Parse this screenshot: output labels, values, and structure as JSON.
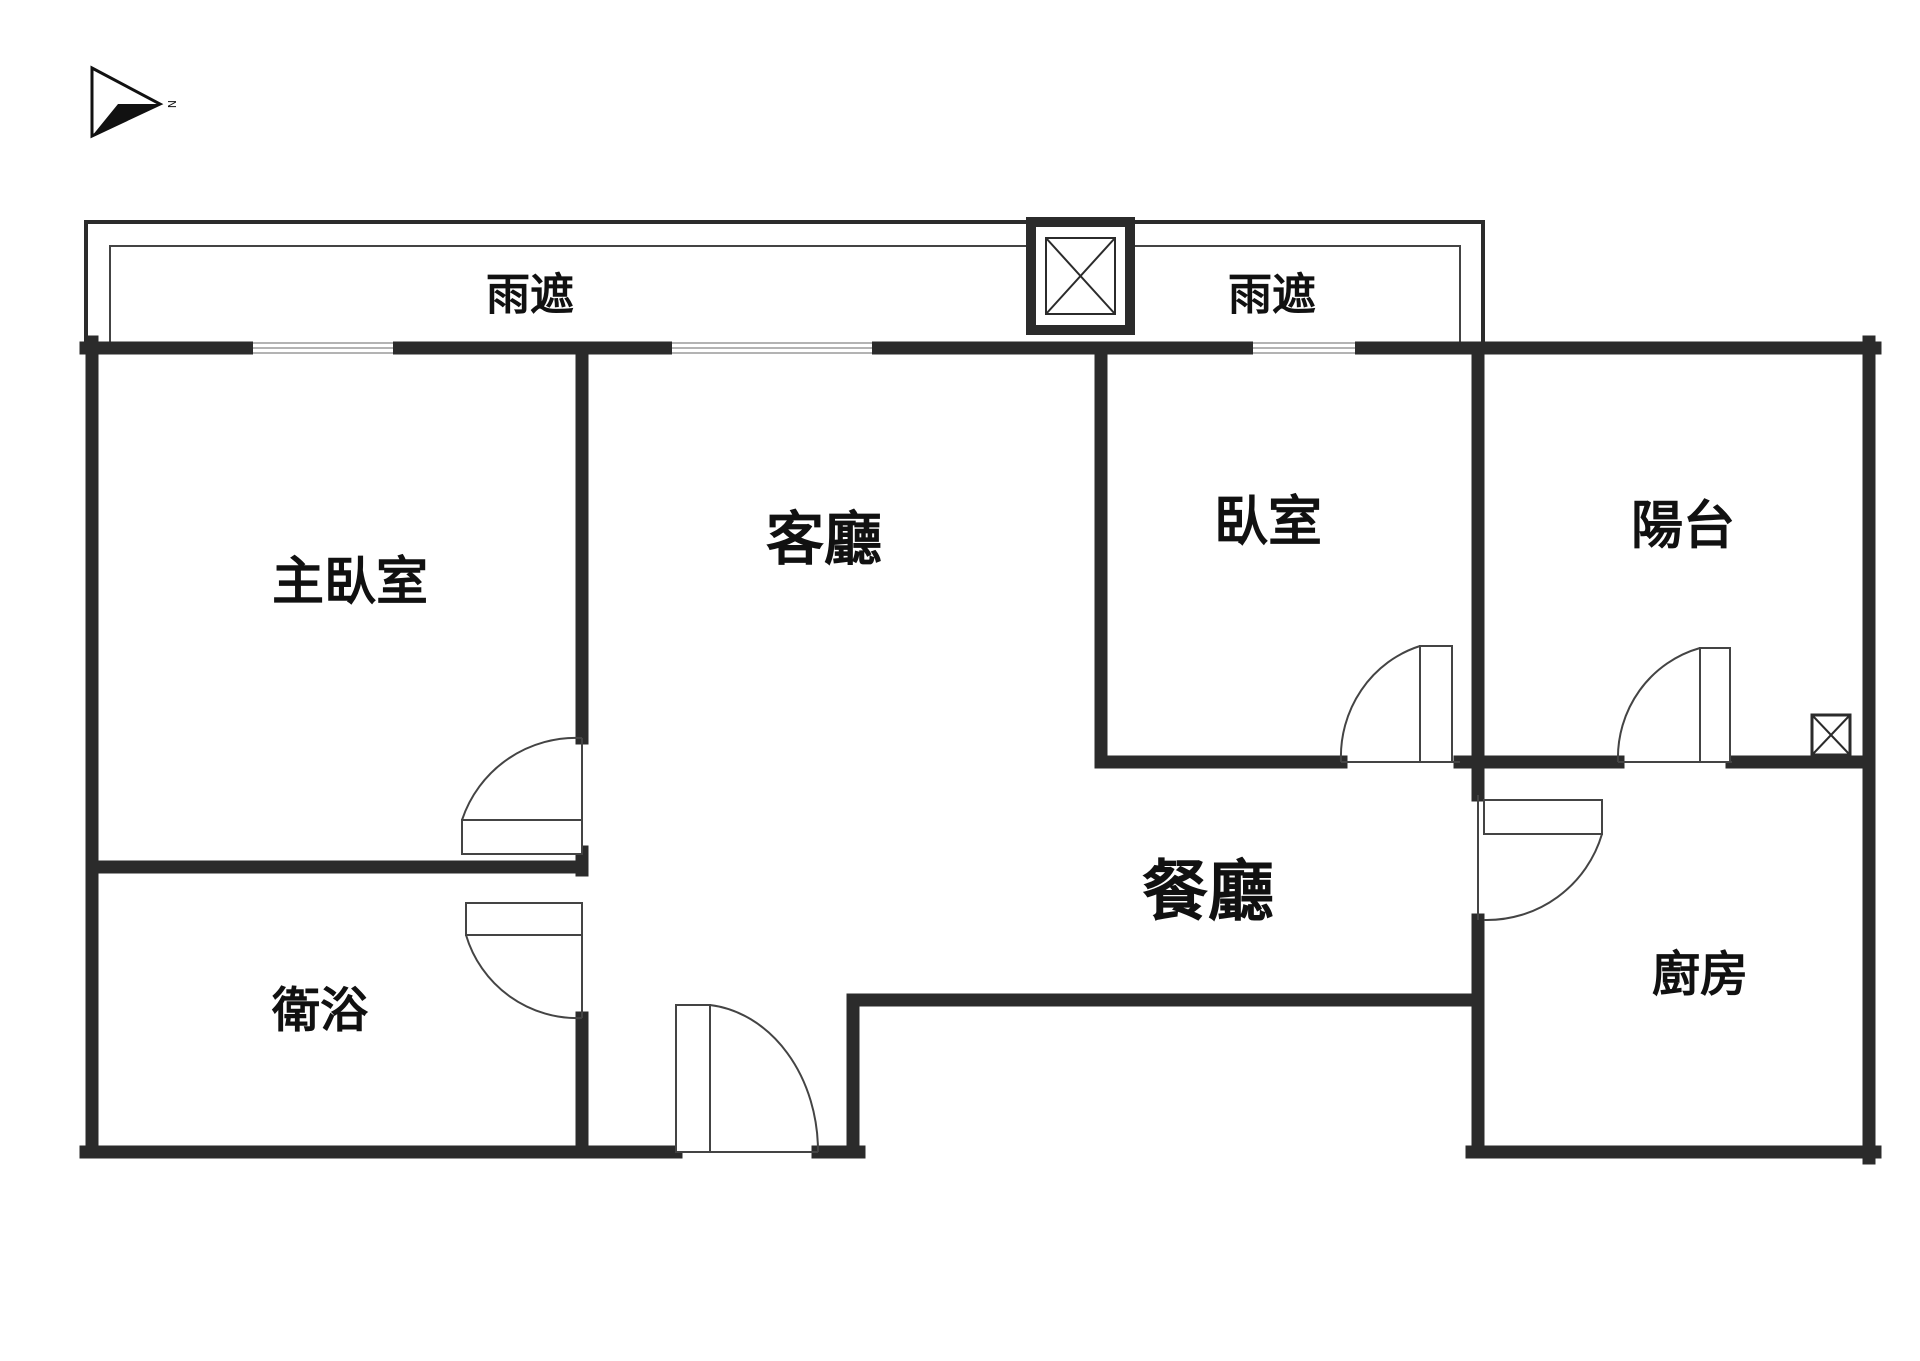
{
  "compass": {
    "icon": "north-arrow-icon",
    "letter": "N"
  },
  "rooms": {
    "canopy_left": "雨遮",
    "canopy_right": "雨遮",
    "master_bedroom": "主臥室",
    "living_room": "客廳",
    "bedroom": "臥室",
    "balcony": "陽台",
    "dining_room": "餐廳",
    "bathroom": "衛浴",
    "kitchen": "廚房"
  }
}
